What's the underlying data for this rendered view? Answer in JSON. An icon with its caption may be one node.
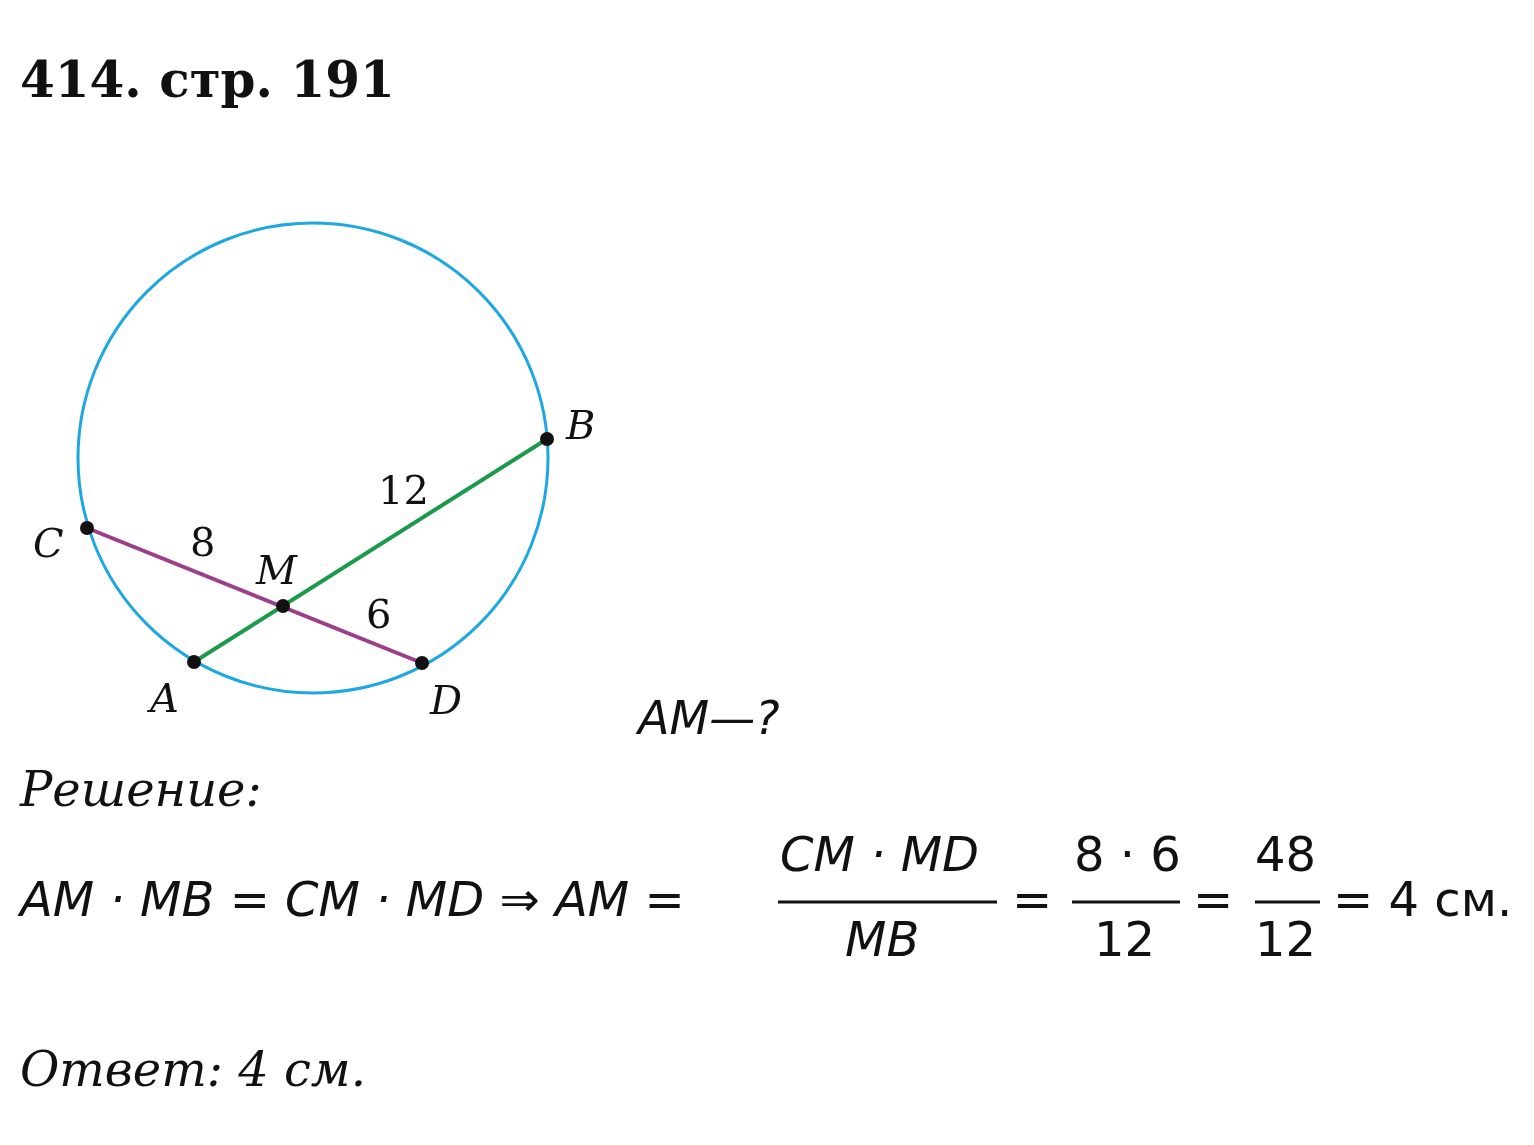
{
  "diagram": {
    "title": "414. стр. 191",
    "labels": [
      "B",
      "12",
      "C",
      "8",
      "M",
      "6",
      "A",
      "D",
      "AM—?",
      "Решение:",
      "AM · MB = CM · MD ⇒ AM =",
      "CM · MD",
      "MB",
      "=",
      "8 · 6",
      "12",
      "=",
      "48",
      "12",
      "= 4 см.",
      "Ответ: 4 см."
    ]
  }
}
